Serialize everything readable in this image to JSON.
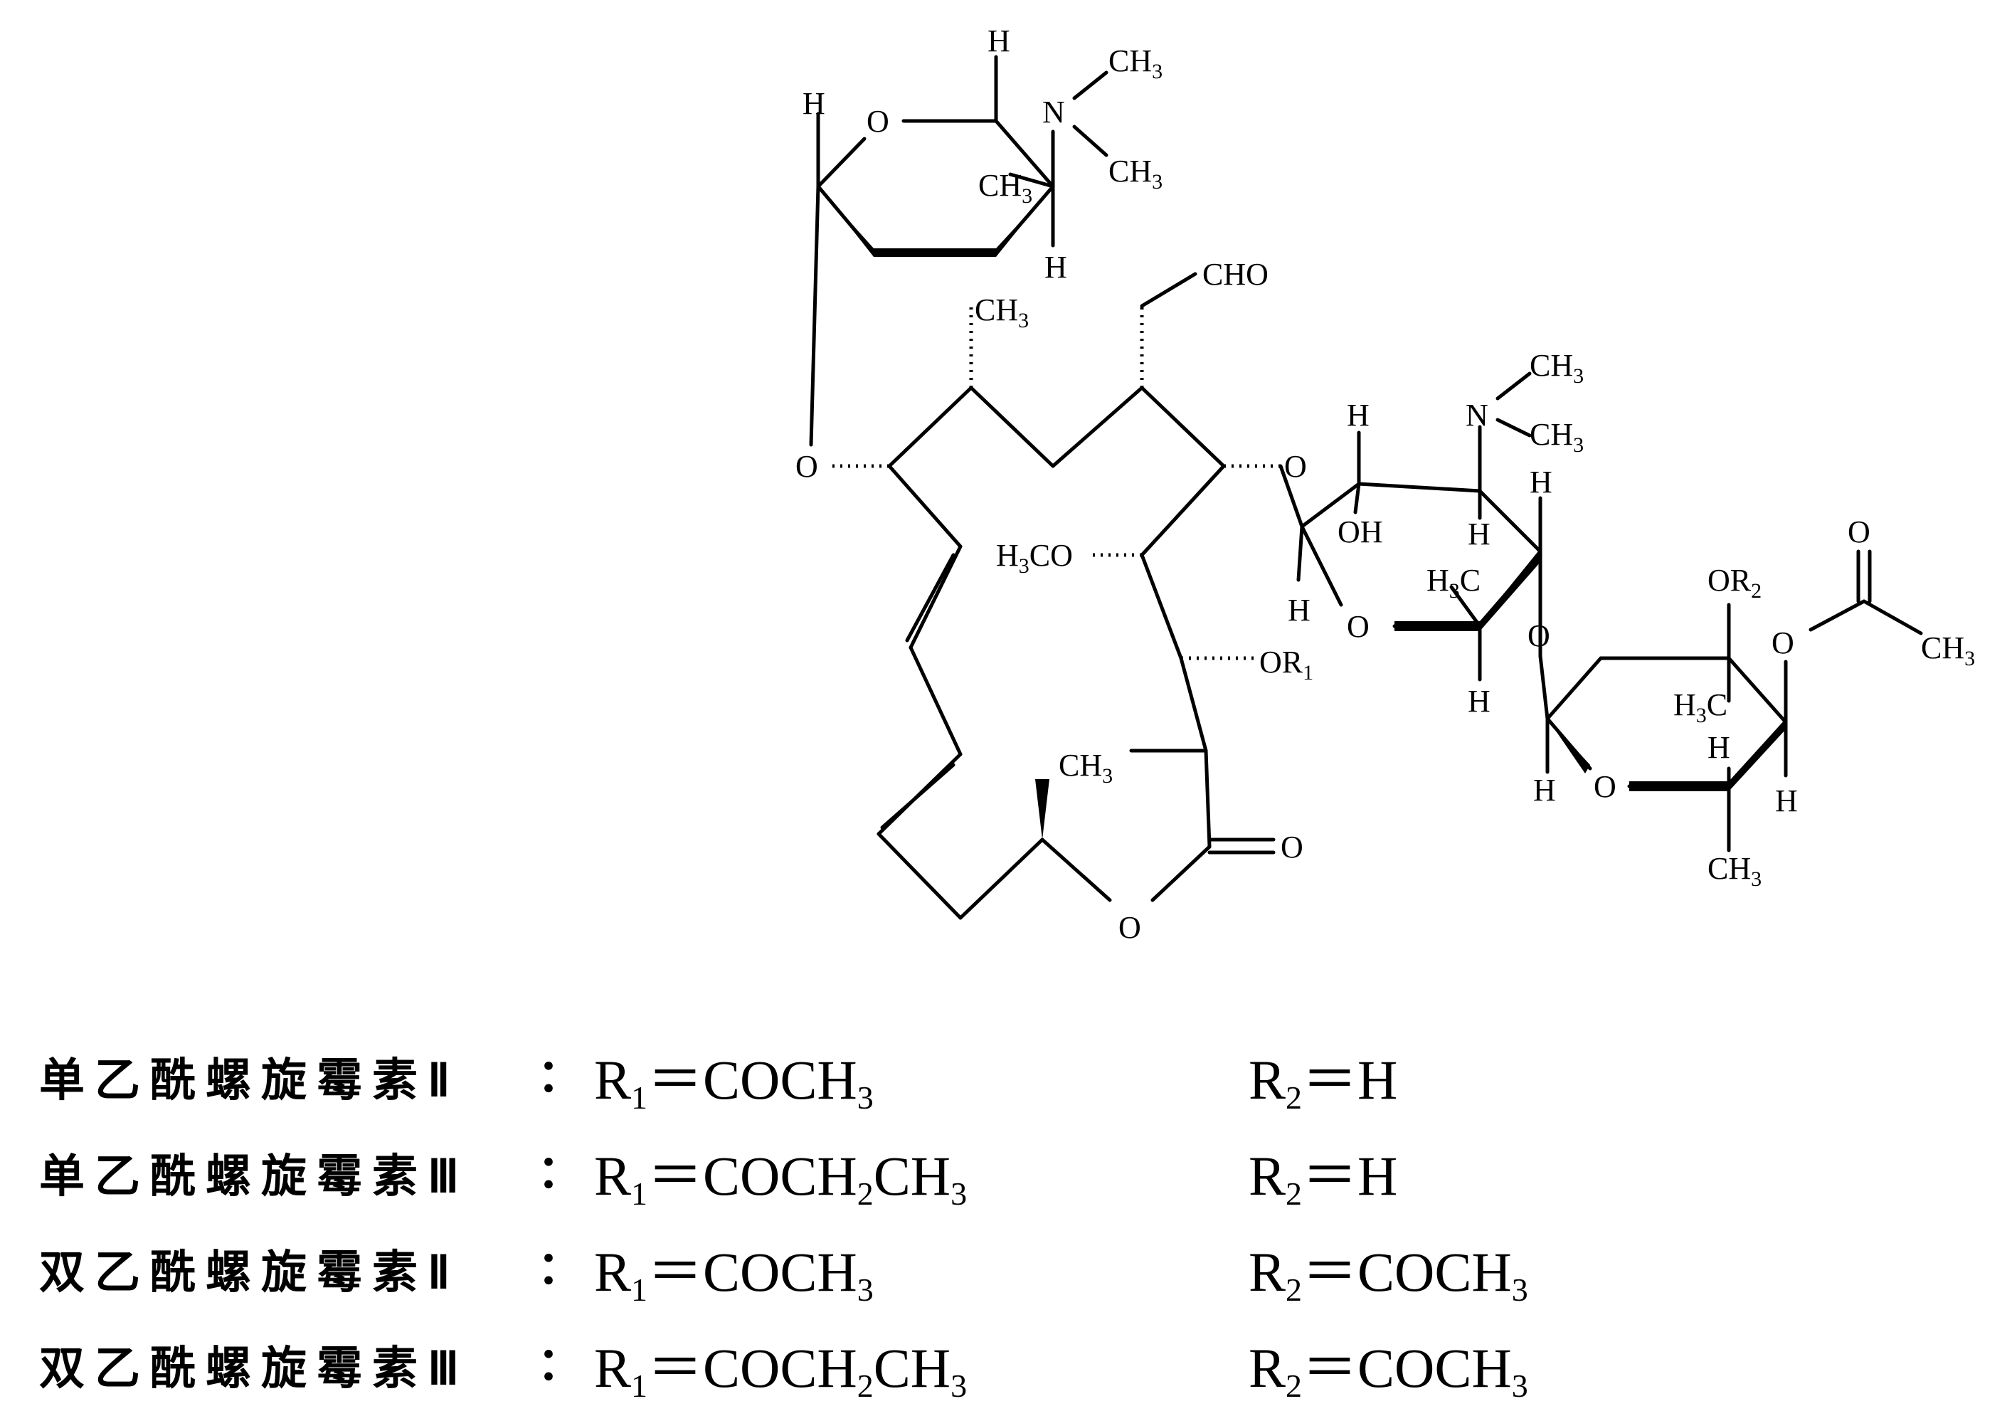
{
  "structure_labels": {
    "h_top": "H",
    "o_ring1": "O",
    "h_left1": "H",
    "n_top": "N",
    "ch3_n1": "CH",
    "ch3_n2": "CH",
    "ch3_ring1": "CH",
    "h_bottom1": "H",
    "cho": "CHO",
    "ch3_macro": "CH",
    "o_glyco1": "O",
    "h3co_a": "H",
    "h3co_b": "CO",
    "or1": "OR",
    "or1_sub": "1",
    "o_glyco2": "O",
    "h_sugar2a": "H",
    "oh": "OH",
    "n_sugar2": "N",
    "ch3_n3": "CH",
    "ch3_n4": "CH",
    "h_sugar2b": "H",
    "h_sugar2c": "H",
    "h_sugar2d": "H",
    "o_ring2": "O",
    "h3c_a": "H",
    "h3c_b": "C",
    "h_sugar2e": "H",
    "o_glyco3": "O",
    "or2": "OR",
    "or2_sub": "2",
    "o_acetyl": "O",
    "o_carbonyl2": "O",
    "ch3_acetyl": "CH",
    "h3c2_a": "H",
    "h3c2_b": "C",
    "h_sugar3a": "H",
    "h_sugar3b": "H",
    "h_sugar3c": "H",
    "o_ring3": "O",
    "ch3_sugar3": "CH",
    "ch3_lactone": "CH",
    "o_carbonyl": "O",
    "o_lactone": "O",
    "sub3": "3"
  },
  "legend": [
    {
      "name": "单乙酰螺旋霉素",
      "roman": "Ⅱ",
      "colon": "：",
      "r1_label": "R",
      "r1_sub": "1",
      "r1_value_a": "＝COCH",
      "r1_value_sub": "3",
      "r1_value_b": "",
      "r1_value_sub2": "",
      "r2_label": "R",
      "r2_sub": "2",
      "r2_value_a": "＝H",
      "r2_value_sub": ""
    },
    {
      "name": "单乙酰螺旋霉素",
      "roman": "Ⅲ",
      "colon": "：",
      "r1_label": "R",
      "r1_sub": "1",
      "r1_value_a": "＝COCH",
      "r1_value_sub": "2",
      "r1_value_b": "CH",
      "r1_value_sub2": "3",
      "r2_label": "R",
      "r2_sub": "2",
      "r2_value_a": "＝H",
      "r2_value_sub": ""
    },
    {
      "name": "双乙酰螺旋霉素",
      "roman": "Ⅱ",
      "colon": "：",
      "r1_label": "R",
      "r1_sub": "1",
      "r1_value_a": "＝COCH",
      "r1_value_sub": "3",
      "r1_value_b": "",
      "r1_value_sub2": "",
      "r2_label": "R",
      "r2_sub": "2",
      "r2_value_a": "＝COCH",
      "r2_value_sub": "3"
    },
    {
      "name": "双乙酰螺旋霉素",
      "roman": "Ⅲ",
      "colon": "：",
      "r1_label": "R",
      "r1_sub": "1",
      "r1_value_a": "＝COCH",
      "r1_value_sub": "2",
      "r1_value_b": "CH",
      "r1_value_sub2": "3",
      "r2_label": "R",
      "r2_sub": "2",
      "r2_value_a": "＝COCH",
      "r2_value_sub": "3"
    }
  ]
}
